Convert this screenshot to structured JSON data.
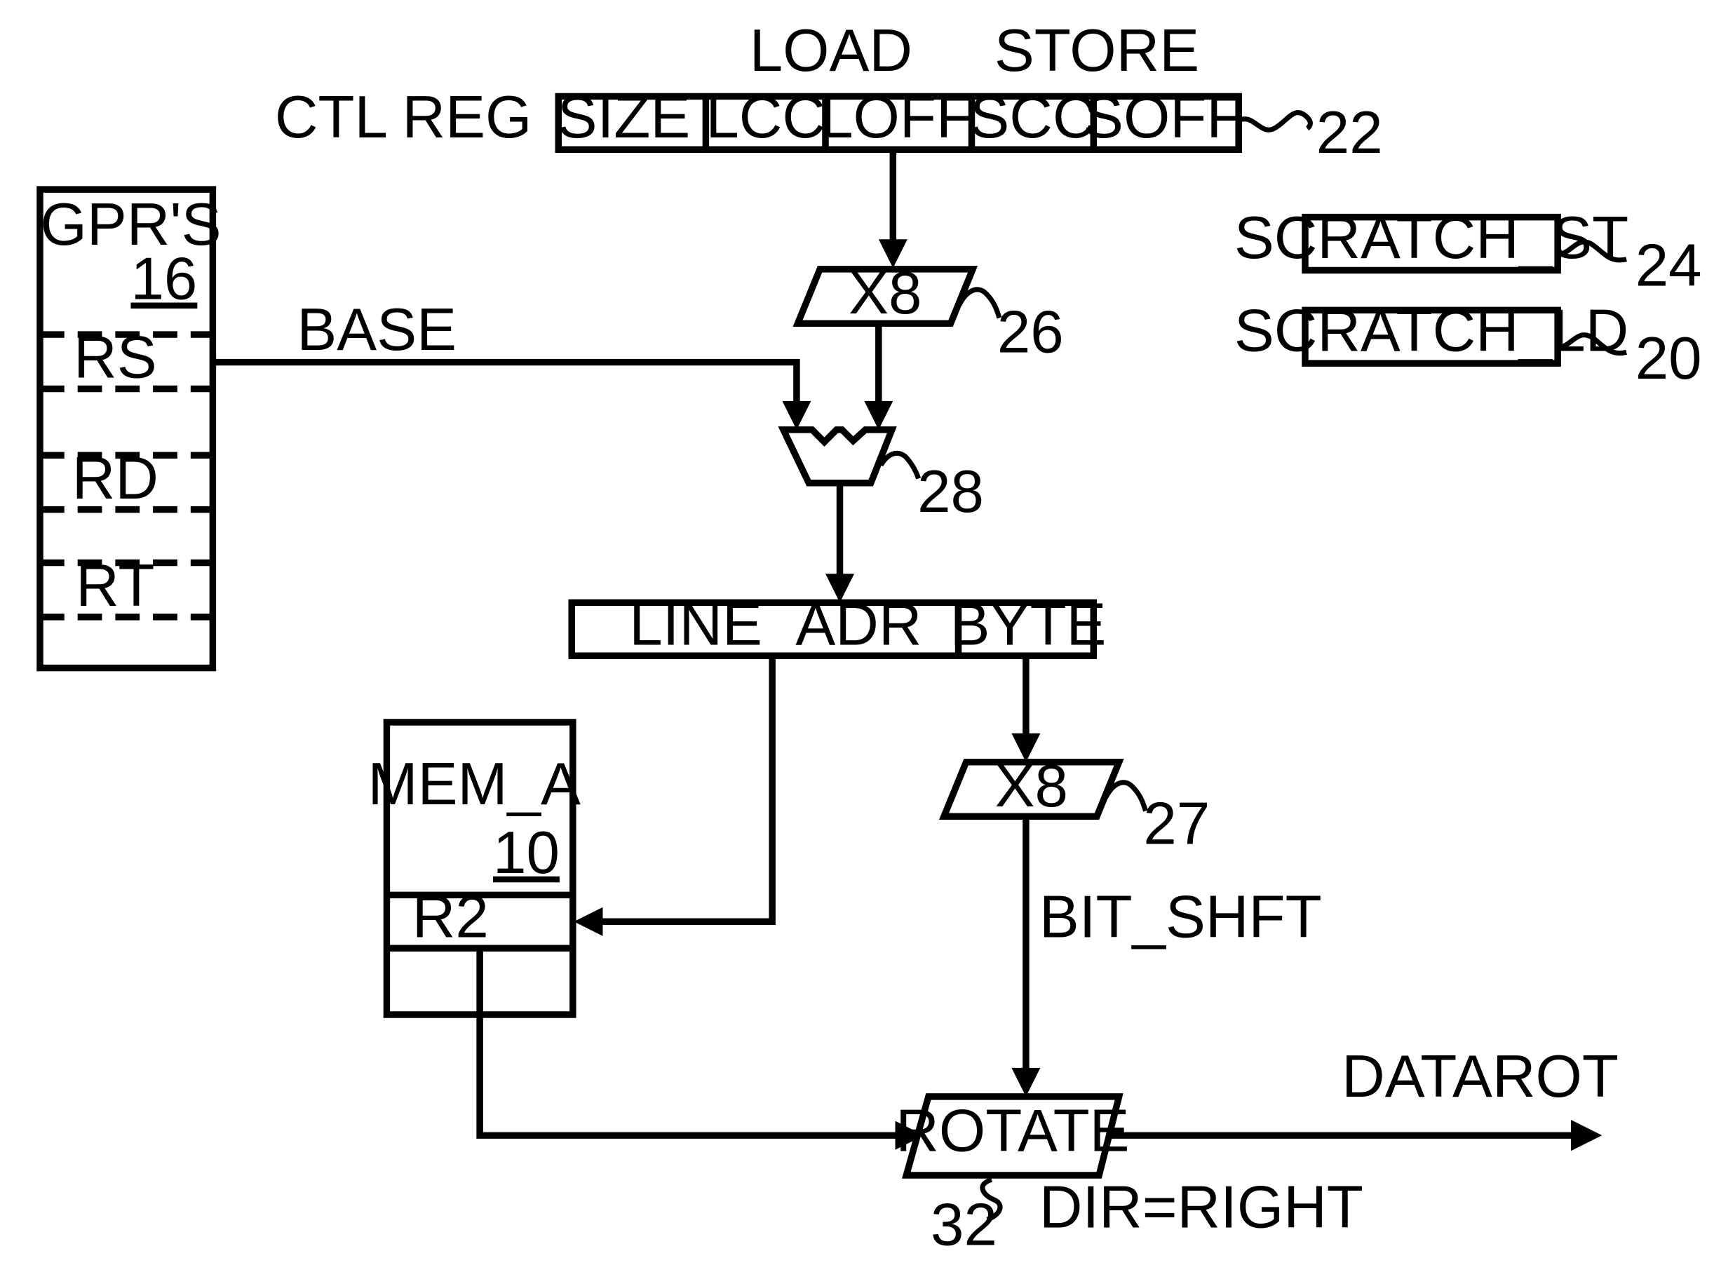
{
  "ctl_reg": {
    "label": "CTL REG",
    "load_label": "LOAD",
    "store_label": "STORE",
    "fields": [
      "SIZE",
      "LCC",
      "LOFF",
      "SCC",
      "SOFF"
    ],
    "ref": "22"
  },
  "scratch": {
    "st_label": "SCRATCH_ST",
    "st_ref": "24",
    "ld_label": "SCRATCH_LD",
    "ld_ref": "20"
  },
  "gprs": {
    "title": "GPR'S",
    "ref": "16",
    "rs": "RS",
    "rd": "RD",
    "rt": "RT"
  },
  "base_label": "BASE",
  "mult_top": {
    "label": "X8",
    "ref": "26"
  },
  "adder": {
    "ref": "28"
  },
  "address": {
    "line_adr": "LINE_ADR",
    "byte": "BYTE"
  },
  "mult_bottom": {
    "label": "X8",
    "ref": "27"
  },
  "bit_shft_label": "BIT_SHFT",
  "mem_a": {
    "title": "MEM_A",
    "ref": "10",
    "row": "R2"
  },
  "rotate": {
    "label": "ROTATE",
    "ref": "32",
    "dir": "DIR=RIGHT"
  },
  "output_label": "DATAROT"
}
